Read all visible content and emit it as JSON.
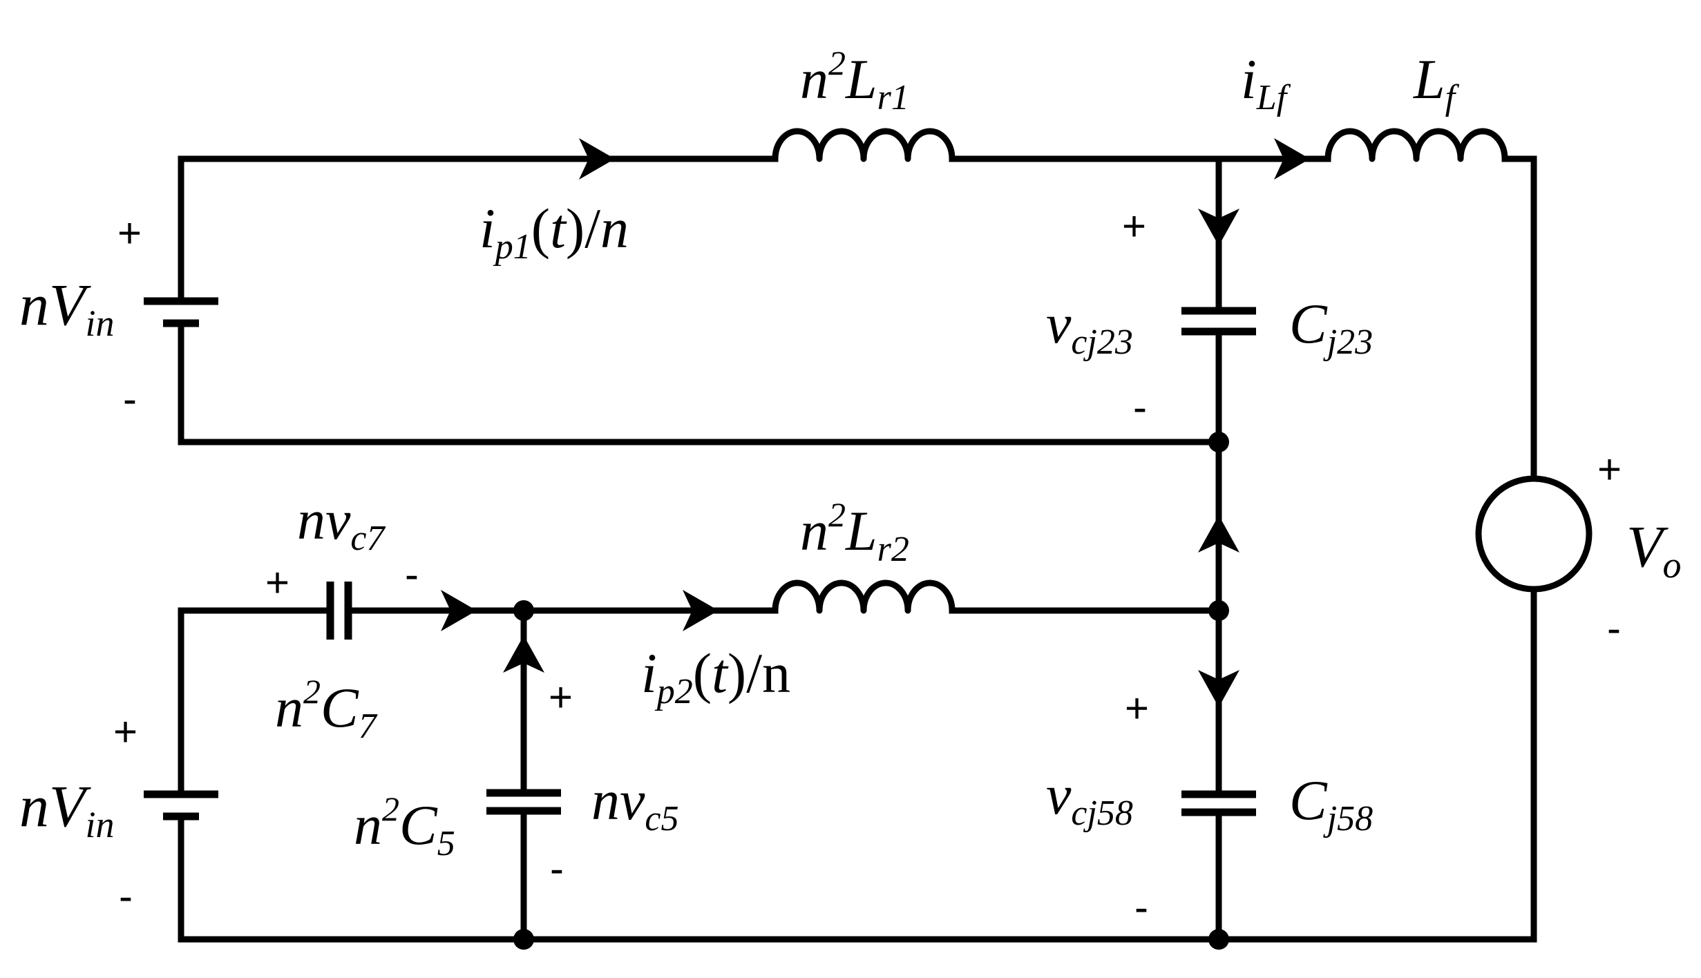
{
  "colors": {
    "line": "#000000",
    "background": "#ffffff"
  },
  "labels": {
    "top_inductor": {
      "coef": "n",
      "exp": "2",
      "sym": "L",
      "sub": "r1"
    },
    "iLf": {
      "sym": "i",
      "sub": "Lf"
    },
    "Lf": {
      "sym": "L",
      "sub": "f"
    },
    "ip1": {
      "sym": "i",
      "sub": "p1",
      "rest1": "(",
      "t": "t",
      "rest2": ")/",
      "n": "n"
    },
    "top_source": {
      "sym": "nV",
      "sub": "in",
      "plus": "+",
      "minus": "-"
    },
    "cj23": {
      "v_sym": "v",
      "v_sub": "cj23",
      "c_sym": "C",
      "c_sub": "j23",
      "plus": "+",
      "minus": "-"
    },
    "Vo": {
      "sym": "V",
      "sub": "o",
      "plus": "+",
      "minus": "-"
    },
    "nvc7": {
      "sym": "nv",
      "sub": "c7",
      "plus": "+",
      "minus": "-"
    },
    "n2C7": {
      "coef": "n",
      "exp": "2",
      "sym": "C",
      "sub": "7"
    },
    "mid_inductor": {
      "coef": "n",
      "exp": "2",
      "sym": "L",
      "sub": "r2"
    },
    "ip2": {
      "sym": "i",
      "sub": "p2",
      "rest1": "(",
      "t": "t",
      "rest2": ")/n"
    },
    "c5_plus": "+",
    "c5_minus": "-",
    "n2C5": {
      "coef": "n",
      "exp": "2",
      "sym": "C",
      "sub": "5"
    },
    "nvc5": {
      "sym": "nv",
      "sub": "c5"
    },
    "bottom_source": {
      "sym": "nV",
      "sub": "in",
      "plus": "+",
      "minus": "-"
    },
    "cj58": {
      "v_sym": "v",
      "v_sub": "cj58",
      "c_sym": "C",
      "c_sub": "j58",
      "plus": "+",
      "minus": "-"
    }
  }
}
